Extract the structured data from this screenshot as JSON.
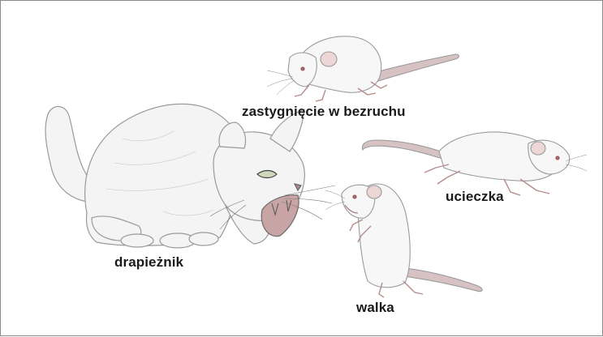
{
  "labels": {
    "predator": "drapieżnik",
    "freeze": "zastygnięcie w bezruchu",
    "escape": "ucieczka",
    "fight": "walka"
  },
  "colors": {
    "border": "#8a8a8a",
    "fur_fill": "#f4f4f4",
    "fur_stroke": "#9a9a9a",
    "ink": "#1a1a1a",
    "pink": "#e9c9c9"
  },
  "figures": [
    {
      "name": "cat",
      "role": "predator"
    },
    {
      "name": "rat-freezing",
      "role": "freeze"
    },
    {
      "name": "rat-fleeing",
      "role": "escape"
    },
    {
      "name": "rat-fighting",
      "role": "fight"
    }
  ]
}
